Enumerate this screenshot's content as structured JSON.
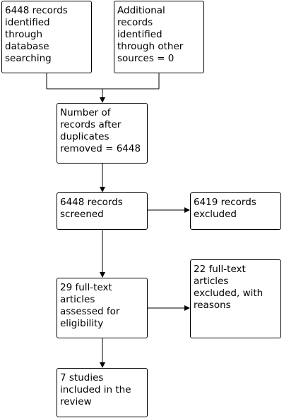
{
  "boxes": {
    "identified_db": "6448 records\nidentified\nthrough\ndatabase\nsearching",
    "identified_other": "Additional\nrecords\nidentified\nthrough other\nsources = 0",
    "after_duplicates": "Number of\nrecords after\nduplicates\nremoved = 6448",
    "screened": "6448 records\nscreened",
    "excluded": "6419 records\nexcluded",
    "fulltext_assessed": "29 full-text\narticles\nassessed for\neligibility",
    "fulltext_excluded": "22 full-text\narticles\nexcluded, with\nreasons",
    "included": "7 studies\nincluded in the\nreview"
  }
}
